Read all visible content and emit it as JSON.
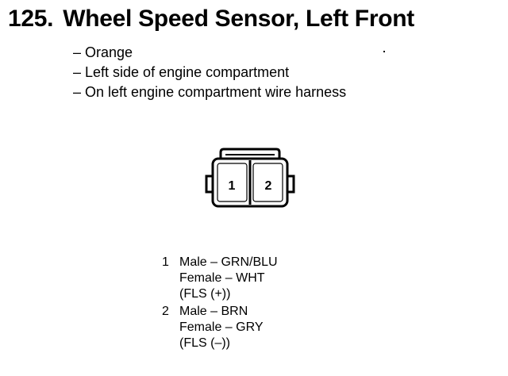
{
  "title": {
    "number": "125.",
    "text": "Wheel Speed Sensor, Left Front"
  },
  "bullets": [
    "– Orange",
    "– Left side of engine compartment",
    "– On left engine compartment wire harness"
  ],
  "connector": {
    "pin_labels": [
      "1",
      "2"
    ]
  },
  "pins": [
    {
      "number": "1",
      "male": "Male – GRN/BLU",
      "female": "Female – WHT",
      "function": "(FLS (+))"
    },
    {
      "number": "2",
      "male": "Male – BRN",
      "female": "Female – GRY",
      "function": "(FLS (–))"
    }
  ]
}
